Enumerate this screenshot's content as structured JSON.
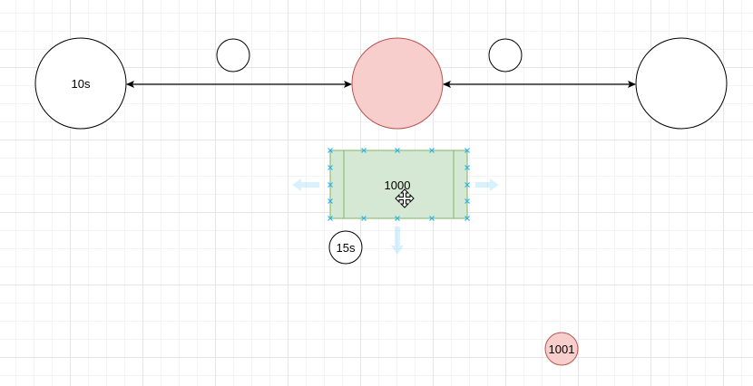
{
  "colors": {
    "stroke": "#000000",
    "red_fill": "#f8cecc",
    "red_stroke": "#b85450",
    "green_fill": "#d5e8d4",
    "green_stroke": "#82b366",
    "handle": "#29b6f2"
  },
  "nodes": {
    "left_circle": {
      "label": "10s"
    },
    "center_circle": {
      "label": ""
    },
    "right_circle": {
      "label": ""
    },
    "small_circle_left": {
      "label": ""
    },
    "small_circle_right": {
      "label": ""
    },
    "process_box": {
      "label": "1000"
    },
    "timer_circle": {
      "label": "15s"
    },
    "small_red_circle": {
      "label": "1001"
    }
  },
  "icons": {
    "move_cursor": "move-cursor-icon",
    "connect_arrows": "arrow-hint-icon"
  }
}
